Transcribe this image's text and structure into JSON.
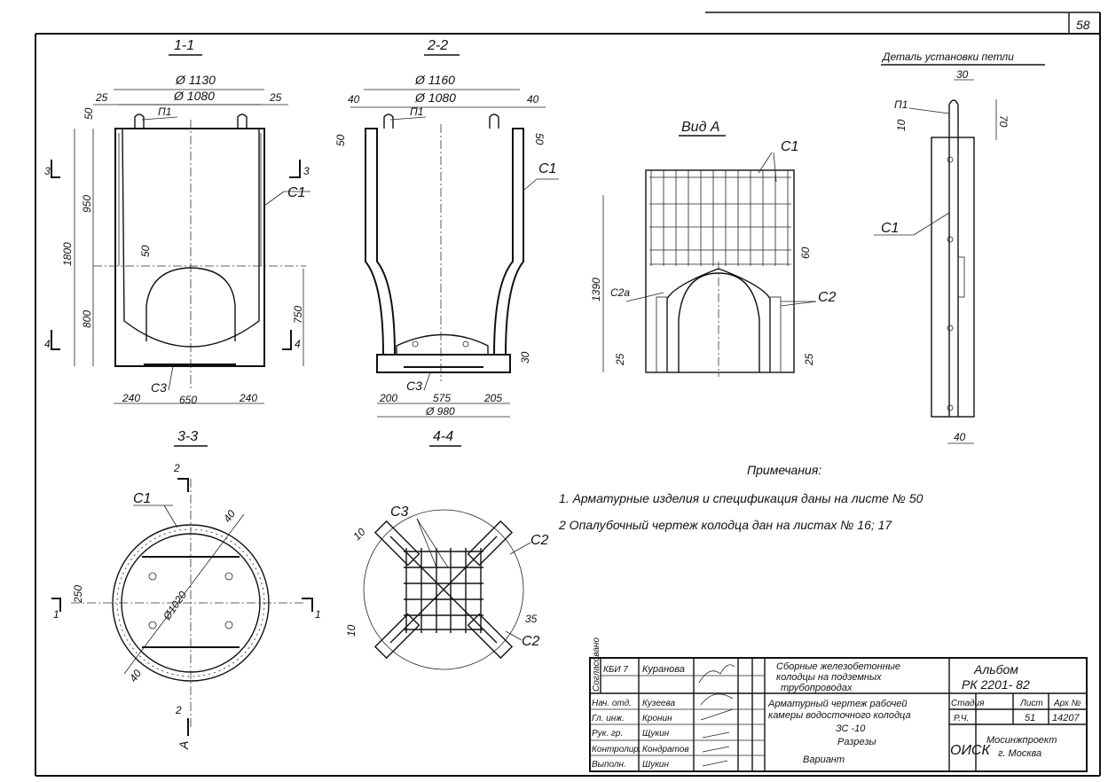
{
  "sheet_number": "58",
  "sections": {
    "s11": {
      "title": "1-1",
      "d_outer": "Ø 1130",
      "d_inner": "Ø 1080",
      "wall_l": "25",
      "wall_r": "25",
      "top": "50",
      "h_total": "1800",
      "h_upper": "950",
      "h_lower": "800",
      "arch_gap": "50",
      "arch_h": "750",
      "cut3l": "3",
      "cut3r": "3",
      "cut4l": "4",
      "cut4r": "4",
      "c1": "С1",
      "p1": "П1",
      "c3": "С3",
      "b1": "240",
      "b2": "650",
      "b3": "240"
    },
    "s22": {
      "title": "2-2",
      "d_outer": "Ø 1160",
      "d_inner": "Ø 1080",
      "wall_l": "40",
      "wall_r": "40",
      "top_l": "50",
      "top_r": "50",
      "c1": "С1",
      "p1": "П1",
      "c3": "С3",
      "base_h": "30",
      "b1": "200",
      "b2": "575",
      "b3": "205",
      "d_base": "Ø 980"
    },
    "s33": {
      "title": "3-3",
      "c1": "С1",
      "cut2t": "2",
      "cut2b": "2",
      "cut1l": "1",
      "cut1r": "1",
      "dim250": "250",
      "d1020": "Ø1020",
      "w40a": "40",
      "w40b": "40",
      "view_a": "А"
    },
    "s44": {
      "title": "4-4",
      "c3": "С3",
      "c2a": "С2",
      "c2b": "С2",
      "d10a": "10",
      "d10b": "10",
      "d35": "35"
    },
    "view_a": {
      "title": "Вид А",
      "c1": "С1",
      "h": "1390",
      "c2a": "С2а",
      "c2": "С2",
      "d60": "60",
      "d25l": "25",
      "d25r": "25"
    },
    "detail": {
      "title": "Деталь установки петли",
      "w30": "30",
      "p1": "П1",
      "d10": "10",
      "d70": "70",
      "c1": "С1",
      "w40": "40"
    }
  },
  "notes": {
    "title": "Примечания:",
    "items": [
      "1. Арматурные  изделия  и  спецификация  даны  на  листе  №  50",
      "2  Опалубочный  чертеж  колодца   дан  на  листах  №  16; 17"
    ]
  },
  "title_block": {
    "approved": "Согласовано",
    "kbi": "КБИ 7",
    "roles": [
      "",
      "Нач. отд.",
      "Гл. инж.",
      "Рук. гр.",
      "Контролир.",
      "Выполн."
    ],
    "names": [
      "Куранова",
      "Кузеева",
      "Кронин",
      "Щукин",
      "Кондратов",
      "Шукин"
    ],
    "series_title": [
      "Сборные железобетонные",
      "колодцы на подземных",
      "трубопроводах"
    ],
    "sheet_title": [
      "Арматурный  чертеж  рабочей",
      "камеры водосточного колодца",
      "ЗС -10",
      "Разрезы",
      "Вариант"
    ],
    "album": [
      "Альбом",
      "РК 2201- 82"
    ],
    "col_stage": "Стадия",
    "col_sheet": "Лист",
    "col_arch": "Арх №",
    "stage": "Р.Ч.",
    "sheet": "51",
    "arch": "14207",
    "dept": "ОИСК",
    "org": [
      "Мосинжпроект",
      "г. Москва"
    ]
  }
}
